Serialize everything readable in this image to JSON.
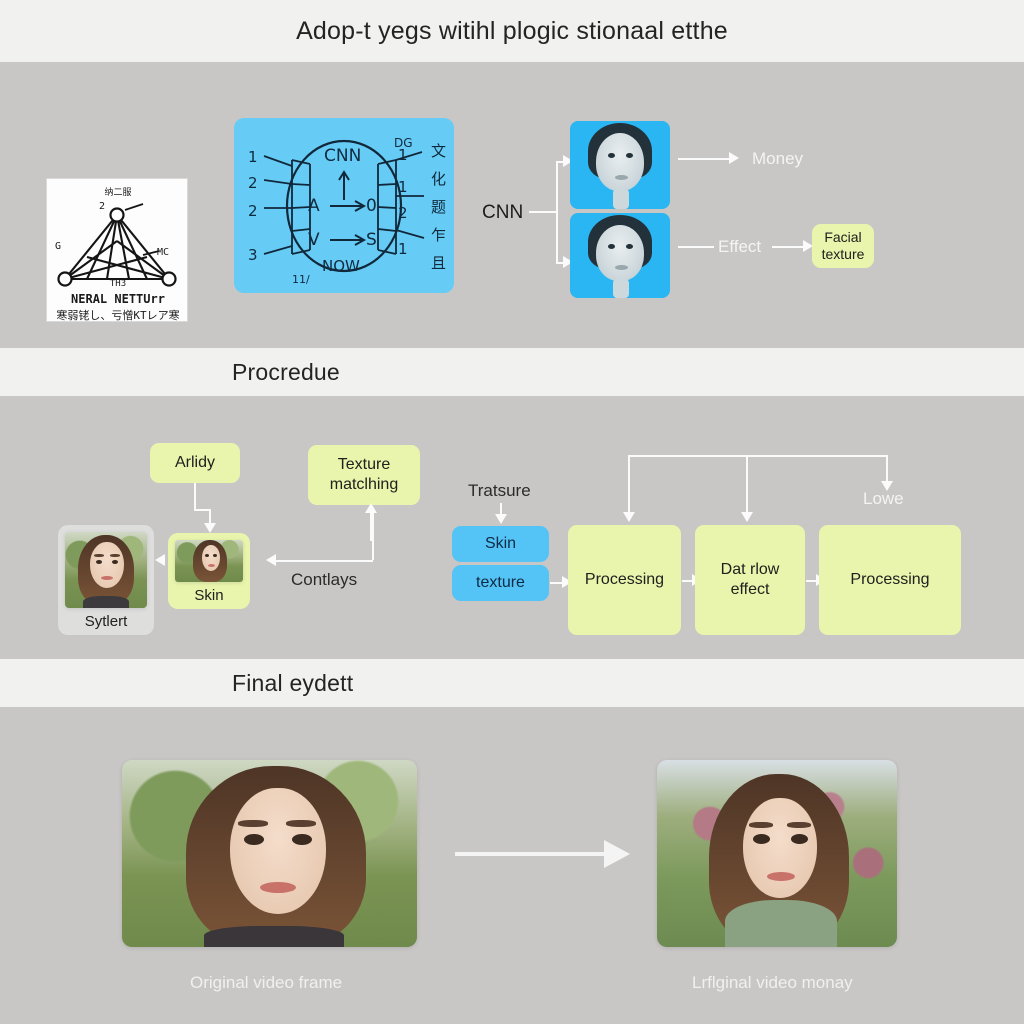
{
  "header": {
    "title": "Adop-t yegs witihl plogic stionaal etthe"
  },
  "sections": [
    {
      "id": "procedure",
      "title": "Procredue"
    },
    {
      "id": "final",
      "title": "Final eydett"
    }
  ],
  "panel_pipeline": {
    "sketch_card": {
      "caption_line1": "NERAL NETTUrr",
      "caption_line2": "寒弱铑し、亏憎KTレア寒",
      "top_label": "纳二服",
      "node_label": "2",
      "left_label": "G",
      "right_label": "MC",
      "bottom_label": "TH3"
    },
    "cnn_box": {
      "title": "CNN",
      "corner_label": "DG",
      "row_a": "A",
      "row_a_target": "0",
      "row_v": "V",
      "row_v_target": "S",
      "bottom": "NOW",
      "bottom_mark": "11/",
      "left_numbers": [
        "1",
        "2",
        "2",
        "3"
      ],
      "right_numbers": [
        "1",
        "1",
        "2",
        "1"
      ],
      "cjk_column": [
        "文",
        "化",
        "题",
        "乍",
        "且"
      ]
    },
    "cnn_label": "CNN",
    "face_top_label": "Money",
    "face_bottom_label": "Effect",
    "facial_texture_badge": "Facial texture"
  },
  "panel_procedure": {
    "box_arlidy": "Arlidy",
    "box_texture_matching": "Texture matclhing",
    "card_style": "Sytlert",
    "card_skin": "Skin",
    "label_contlays": "Contlays",
    "label_tratsure": "Tratsure",
    "box_skin": "Skin",
    "box_texture": "texture",
    "box_processing_1": "Processing",
    "box_dat_flow": "Dat rlow effect",
    "box_processing_2": "Processing",
    "label_lowe": "Lowe"
  },
  "panel_final": {
    "left_caption": "Original video frame",
    "right_caption": "Lrflginal video monay"
  },
  "colors": {
    "background": "#f2f2f2",
    "panel_gray": "#c9c6c6",
    "band_light": "#f1f1f0",
    "accent_yellow": "#e9f5ad",
    "accent_blue": "#31b4f2",
    "face_blue": "#29b6f2",
    "arrow_white": "#fbfbfb"
  }
}
